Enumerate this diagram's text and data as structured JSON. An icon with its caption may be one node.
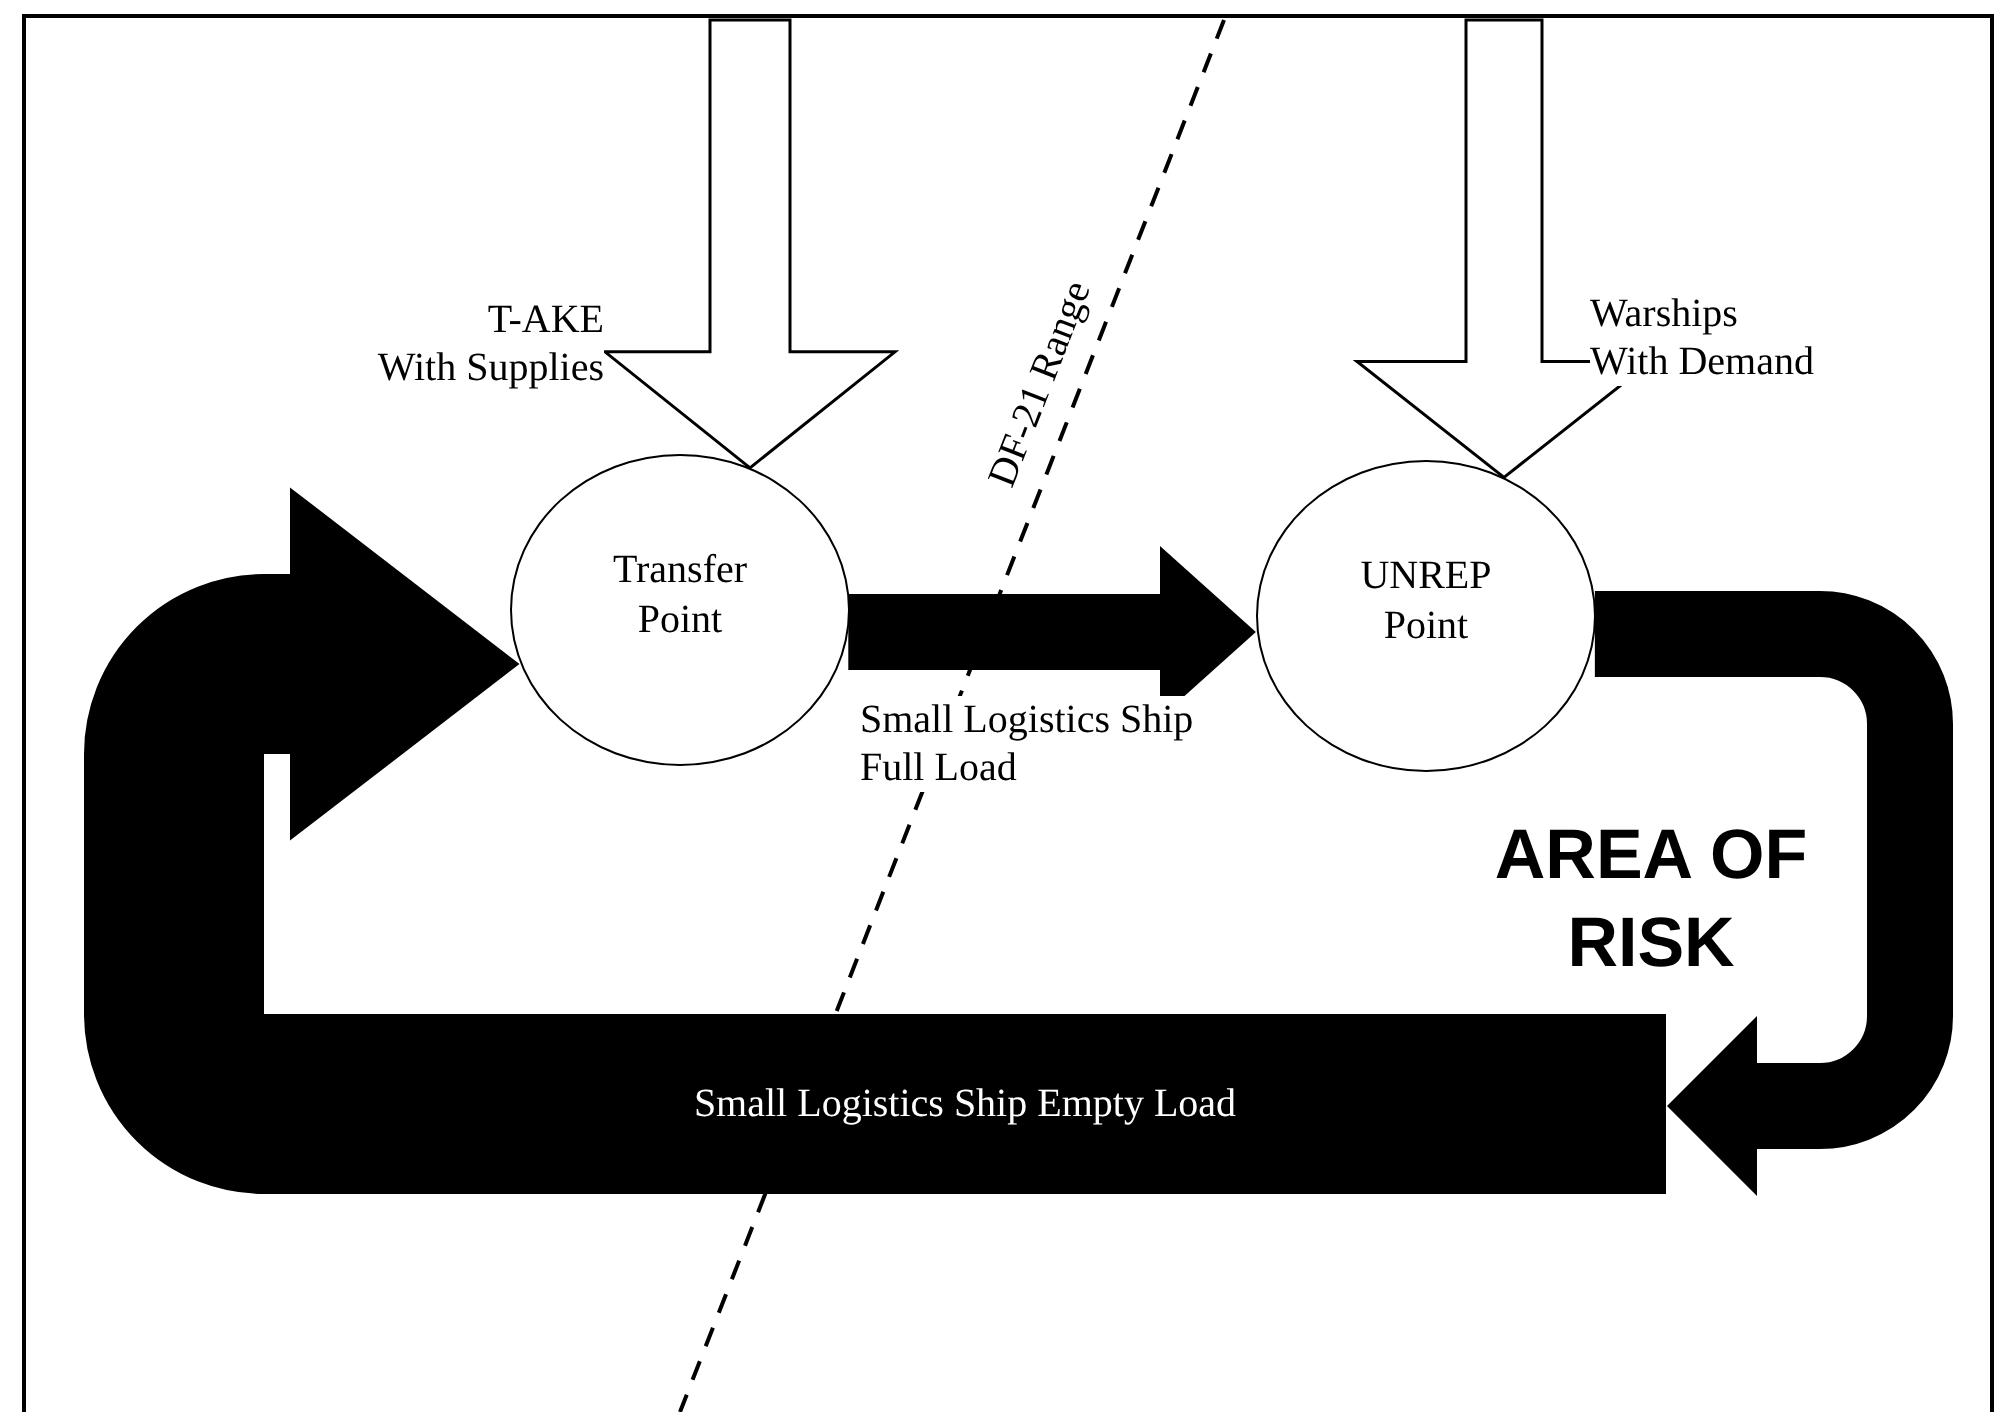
{
  "diagram": {
    "nodes": [
      {
        "text": [
          "Transfer Point"
        ]
      },
      {
        "text": [
          "UNREP Point"
        ]
      },
      {
        "text": [
          "Small Logistics Ship Empty Load"
        ]
      }
    ],
    "edges": [
      {
        "from": null,
        "to": 0,
        "arrow": "to",
        "label": "T-AKE With Supplies"
      },
      {
        "from": null,
        "to": 1,
        "arrow": "to",
        "label": "Warships With Demand"
      },
      {
        "from": 0,
        "to": 1,
        "arrow": "to",
        "label": "Small Logistics Ship Full Load"
      },
      {
        "from": 1,
        "to": 2,
        "arrow": "to"
      },
      {
        "from": 2,
        "to": 0,
        "arrow": "to",
        "style": "thick"
      }
    ],
    "labels": [
      "DF-21 Range",
      "AREA OF RISK"
    ]
  }
}
